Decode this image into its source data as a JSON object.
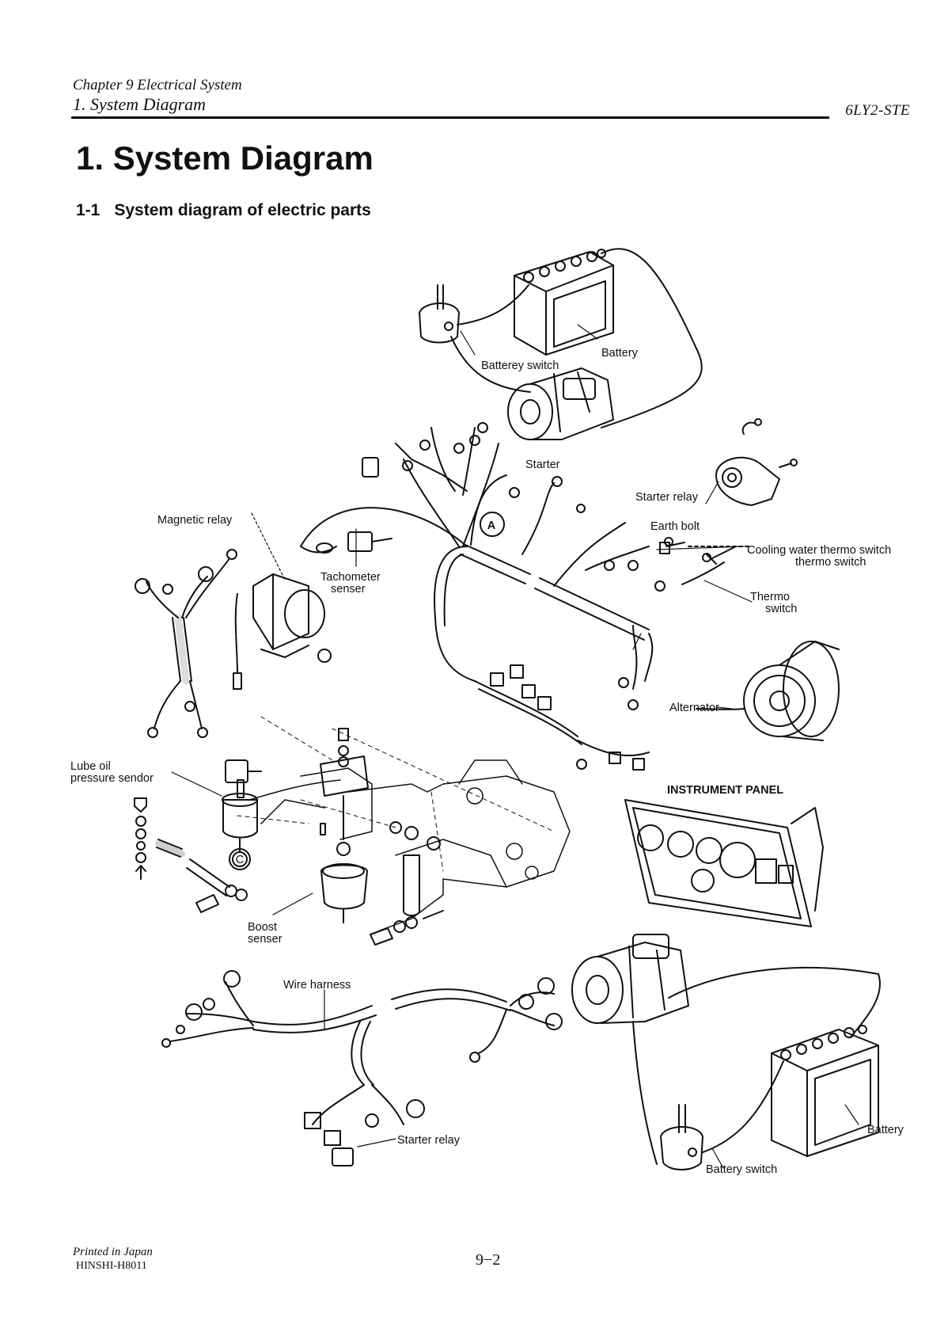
{
  "header": {
    "chapter": "Chapter 9 Electrical System",
    "section": "1. System Diagram",
    "model": "6LY2-STE"
  },
  "title": "1. System Diagram",
  "subsection": {
    "number": "1-1",
    "title": "System diagram of electric parts"
  },
  "diagram": {
    "labels": {
      "battery_top": "Battery",
      "battery_switch_top": "Batterey switch",
      "starter": "Starter",
      "starter_relay_top": "Starter relay",
      "earth_bolt": "Earth bolt",
      "cooling_water": "Cooling water thermo switch",
      "cooling_water_2": "thermo switch",
      "thermo_1": "Thermo",
      "thermo_2": "switch",
      "magnetic_relay": "Magnetic relay",
      "tachometer_1": "Tachometer",
      "tachometer_2": "senser",
      "alternator": "Alternator",
      "lube_oil_1": "Lube oil",
      "lube_oil_2": "pressure sendor",
      "instrument_panel": "INSTRUMENT PANEL",
      "boost_1": "Boost",
      "boost_2": "senser",
      "wire_harness": "Wire harness",
      "starter_relay_bottom": "Starter relay",
      "battery_bottom": "Battery",
      "battery_switch_bottom": "Battery switch",
      "marker_a": "A",
      "marker_c": "C"
    }
  },
  "footer": {
    "printed": "Printed in Japan",
    "code": "HINSHI-H8011",
    "page": "9−2"
  }
}
